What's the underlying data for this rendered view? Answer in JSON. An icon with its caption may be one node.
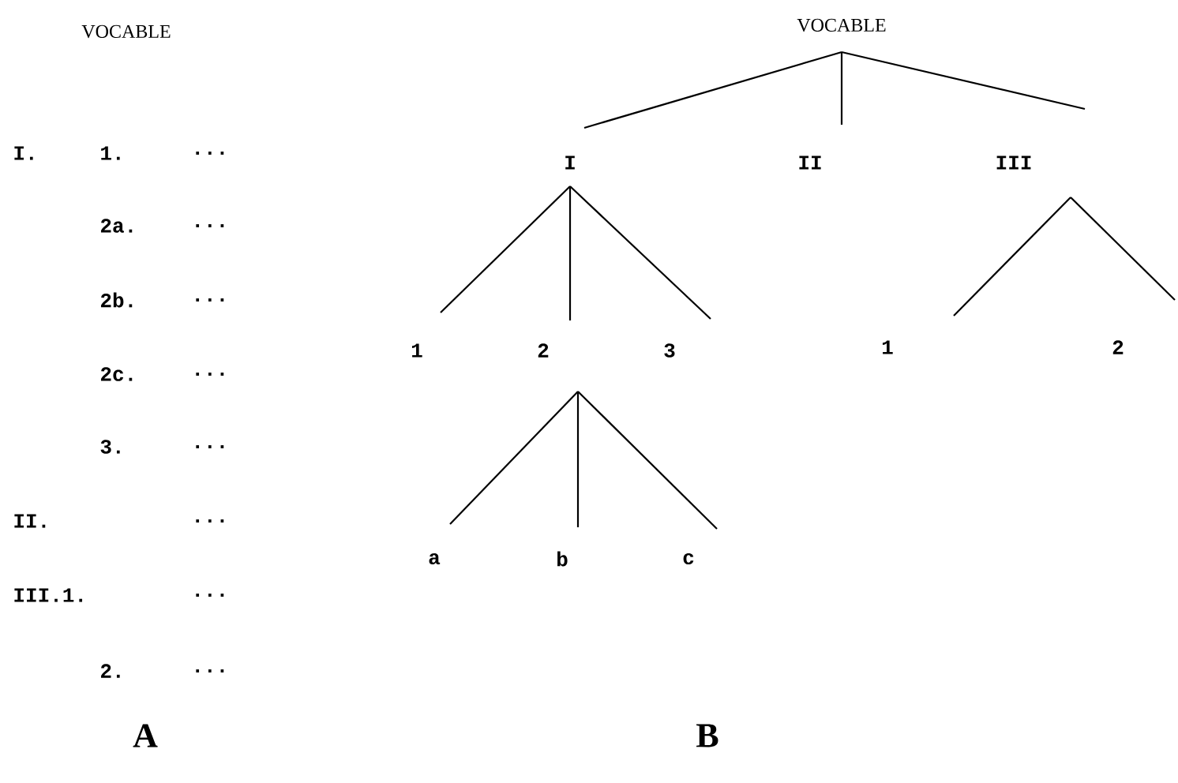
{
  "diagram": {
    "nodes": [
      {
        "text": [
          "VOCABLE"
        ]
      },
      {
        "text": [
          "I"
        ]
      },
      {
        "text": [
          "II"
        ]
      },
      {
        "text": [
          "III"
        ]
      },
      {
        "text": [
          "1"
        ]
      },
      {
        "text": [
          "2"
        ]
      },
      {
        "text": [
          "3"
        ]
      },
      {
        "text": [
          "1"
        ]
      },
      {
        "text": [
          "2"
        ]
      },
      {
        "text": [
          "a"
        ]
      },
      {
        "text": [
          "b"
        ]
      },
      {
        "text": [
          "c"
        ]
      }
    ],
    "edges": [
      {
        "from": 0,
        "to": 1,
        "arrow": "none"
      },
      {
        "from": 0,
        "to": 2,
        "arrow": "none"
      },
      {
        "from": 0,
        "to": 3,
        "arrow": "none"
      },
      {
        "from": 1,
        "to": 4,
        "arrow": "none"
      },
      {
        "from": 1,
        "to": 5,
        "arrow": "none"
      },
      {
        "from": 1,
        "to": 6,
        "arrow": "none"
      },
      {
        "from": 3,
        "to": 7,
        "arrow": "none"
      },
      {
        "from": 3,
        "to": 8,
        "arrow": "none"
      },
      {
        "from": 5,
        "to": 9,
        "arrow": "none"
      },
      {
        "from": 5,
        "to": 10,
        "arrow": "none"
      },
      {
        "from": 5,
        "to": 11,
        "arrow": "none"
      }
    ],
    "labels": [
      "VOCABLE",
      "I.",
      "1.",
      "...",
      "2a.",
      "...",
      "2b.",
      "...",
      "2c.",
      "...",
      "3.",
      "...",
      "II.",
      "...",
      "III.1.",
      "...",
      "2.",
      "...",
      "A",
      "B"
    ]
  }
}
